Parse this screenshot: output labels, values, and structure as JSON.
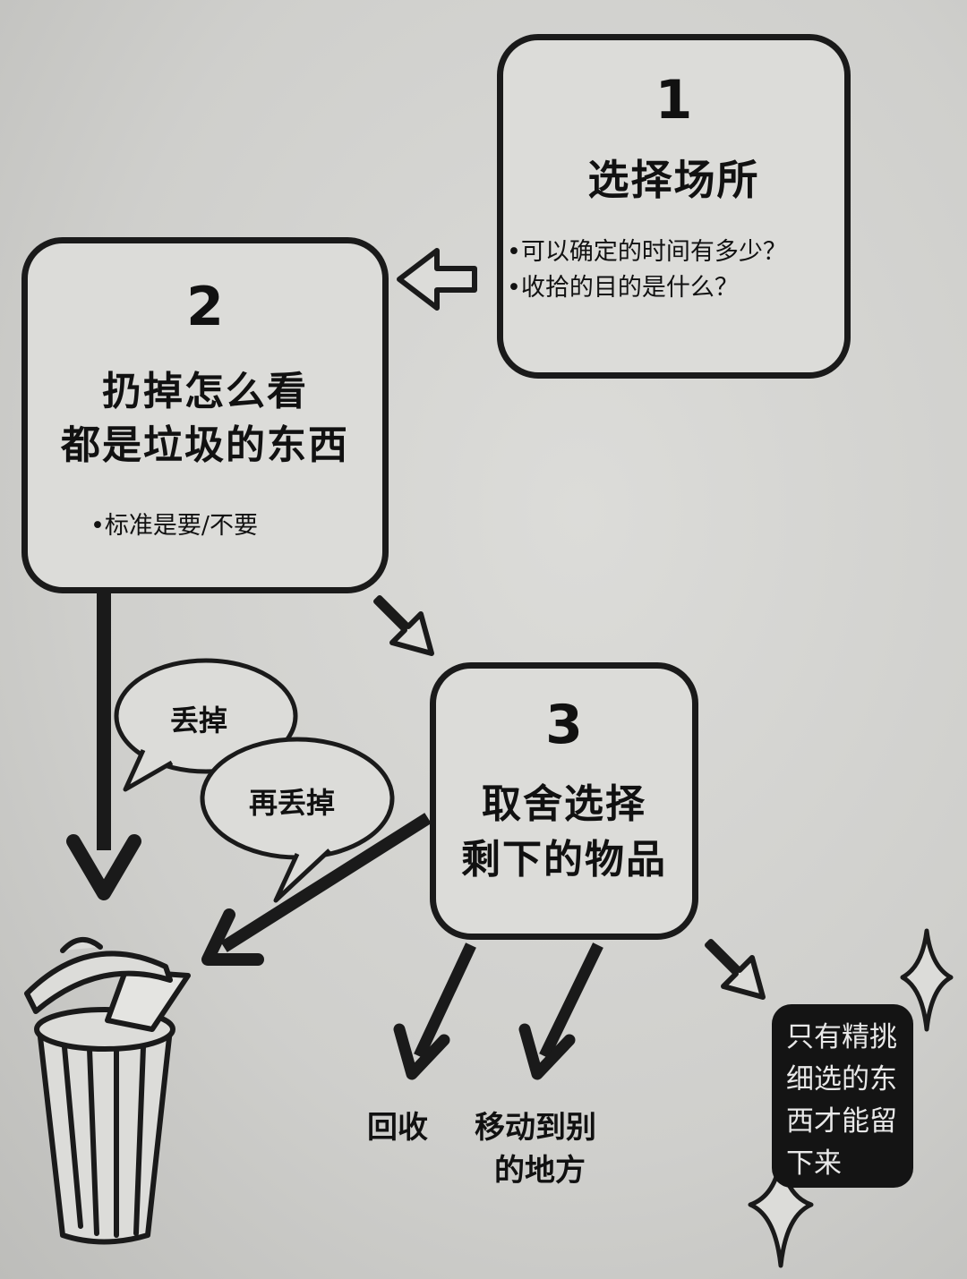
{
  "step1": {
    "number": "1",
    "title": "选择场所",
    "bullets": [
      "•可以确定的时间有多少？",
      "•收拾的目的是什么？"
    ]
  },
  "step2": {
    "number": "2",
    "title_line1": "扔掉怎么看",
    "title_line2": "都是垃圾的东西",
    "bullet": "•标准是要/不要"
  },
  "step3": {
    "number": "3",
    "title_line1": "取舍选择",
    "title_line2": "剩下的物品"
  },
  "bubbles": {
    "first": "丢掉",
    "second": "再丢掉"
  },
  "outcomes": {
    "recycle": "回收",
    "move_line1": "移动到别",
    "move_line2": "的地方"
  },
  "note": {
    "lines": [
      "只有精挑",
      "细选的东",
      "西才能留",
      "下来"
    ]
  },
  "colors": {
    "ink": "#1a1a1a",
    "paper": "#d2d2cf",
    "note_bg": "#141414"
  }
}
